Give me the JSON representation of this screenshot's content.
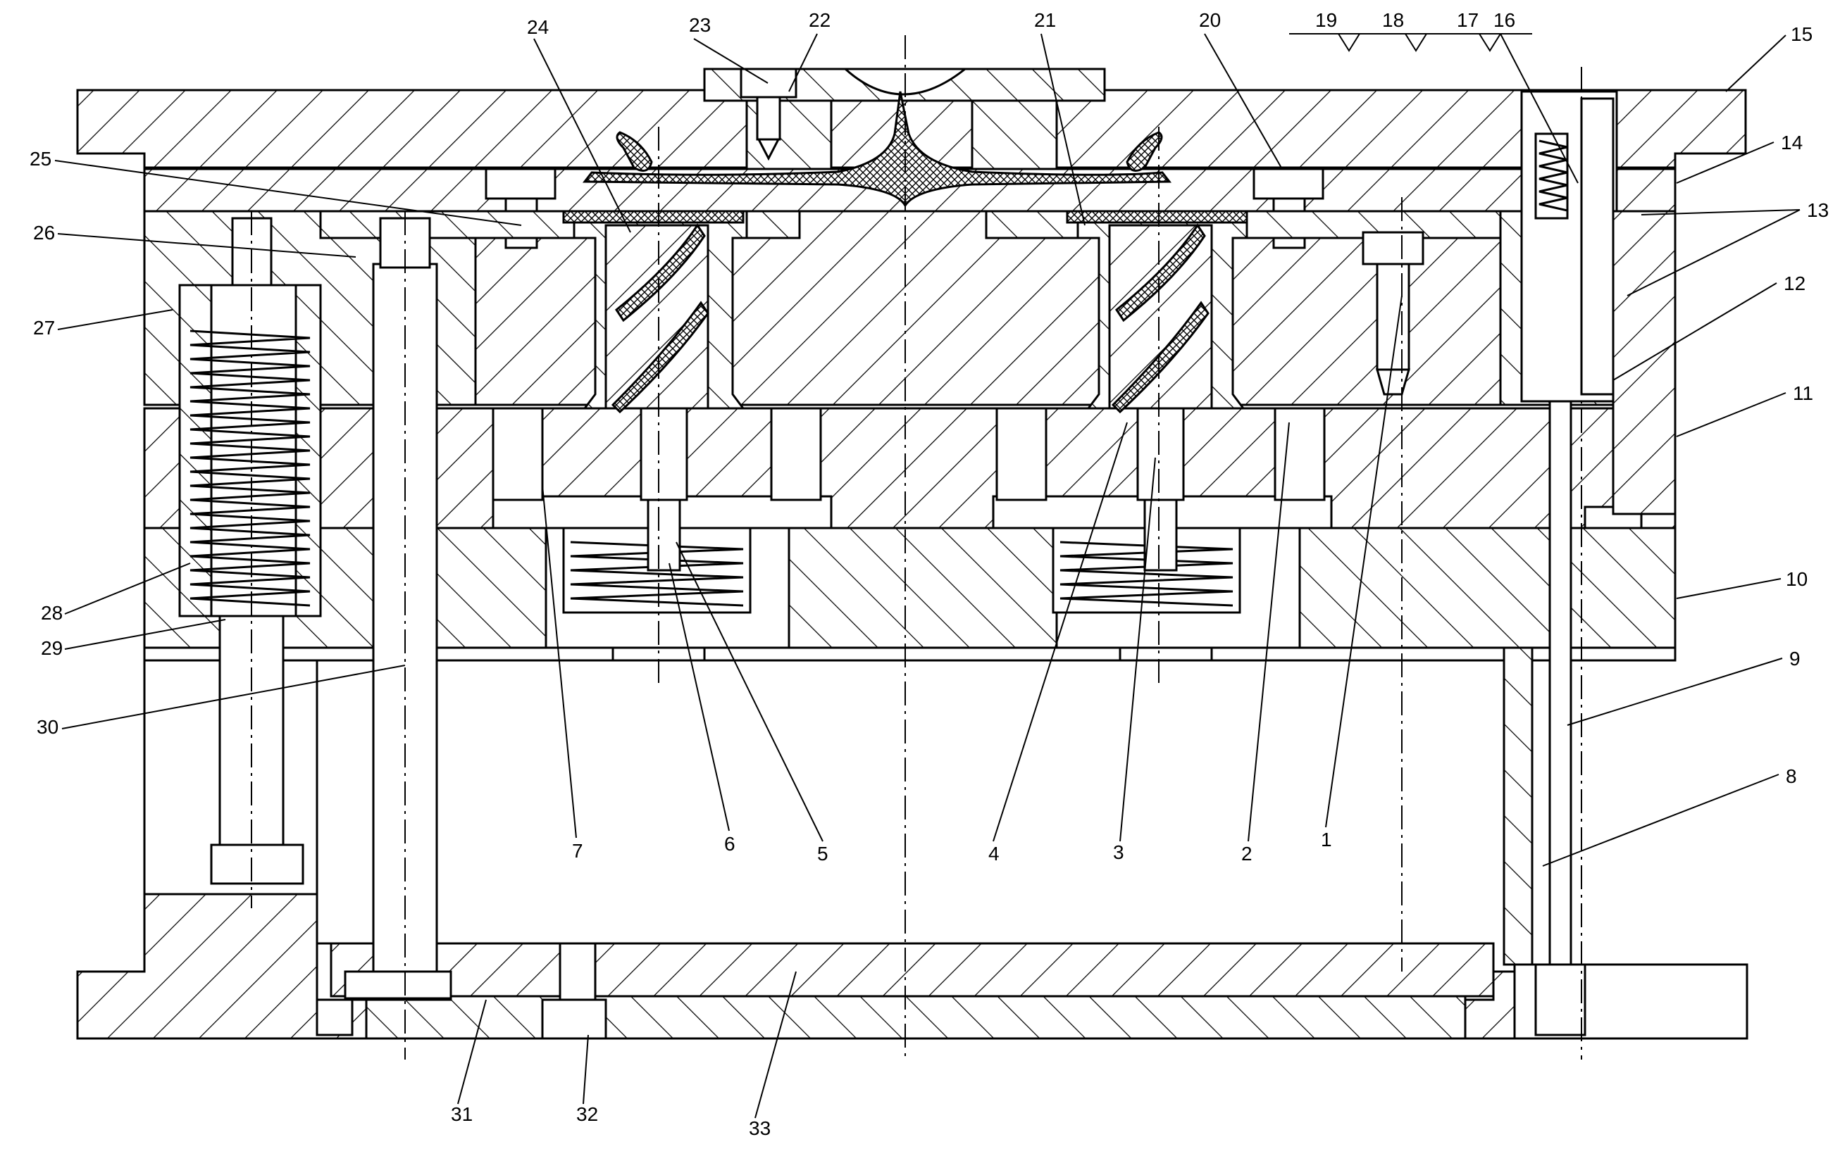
{
  "drawing": {
    "callouts": [
      "1",
      "2",
      "3",
      "4",
      "5",
      "6",
      "7",
      "8",
      "9",
      "10",
      "11",
      "12",
      "13",
      "14",
      "15",
      "16",
      "17",
      "18",
      "19",
      "20",
      "21",
      "22",
      "23",
      "24",
      "25",
      "26",
      "27",
      "28",
      "29",
      "30",
      "31",
      "32",
      "33"
    ]
  }
}
